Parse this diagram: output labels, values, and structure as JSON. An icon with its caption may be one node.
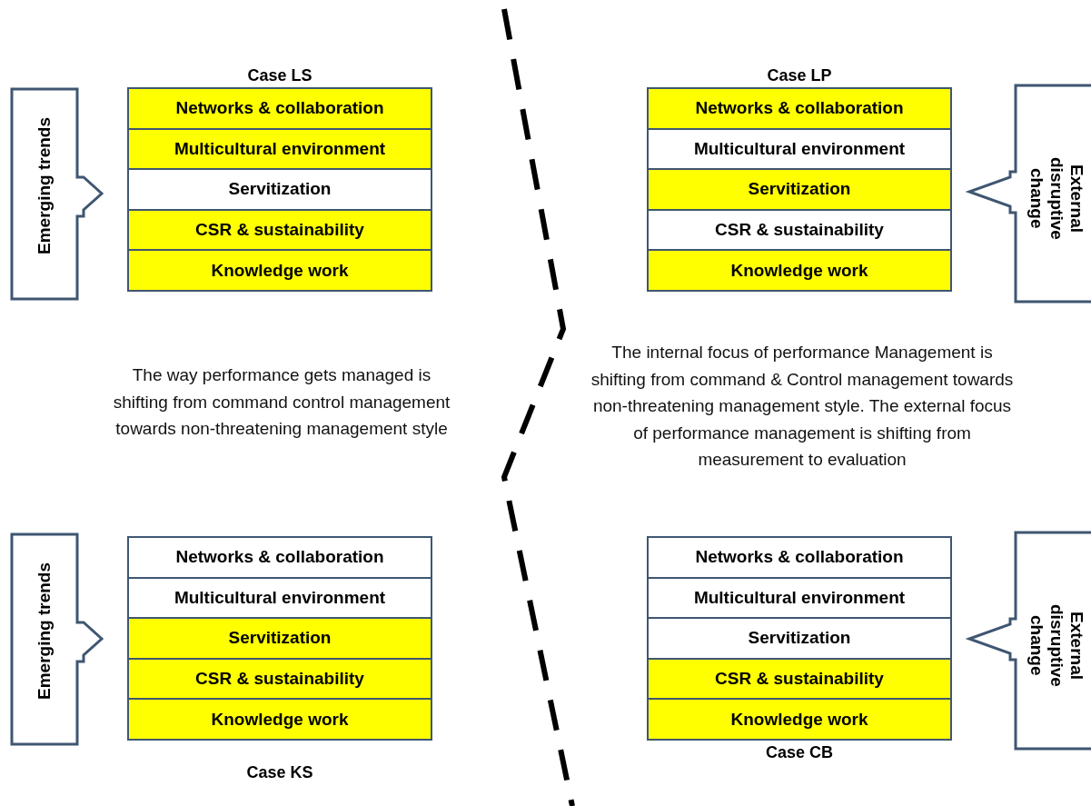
{
  "diagram": {
    "nodes": [
      {
        "text": [
          "Emerging trends"
        ]
      },
      {
        "text": [
          "Case LS"
        ]
      },
      {
        "text": [
          "Networks & collaboration"
        ],
        "in": 1
      },
      {
        "text": [
          "Multicultural environment"
        ],
        "in": 1
      },
      {
        "text": [
          "Servitization"
        ],
        "in": 1
      },
      {
        "text": [
          "CSR & sustainability"
        ],
        "in": 1
      },
      {
        "text": [
          "Knowledge work"
        ],
        "in": 1
      },
      {
        "text": [
          "Case LP"
        ]
      },
      {
        "text": [
          "Networks & collaboration"
        ],
        "in": 7
      },
      {
        "text": [
          "Multicultural environment"
        ],
        "in": 7
      },
      {
        "text": [
          "Servitization"
        ],
        "in": 7
      },
      {
        "text": [
          "CSR & sustainability"
        ],
        "in": 7
      },
      {
        "text": [
          "Knowledge work"
        ],
        "in": 7
      },
      {
        "text": [
          "External disruptive change"
        ]
      },
      {
        "text": [
          "Emerging trends"
        ]
      },
      {
        "text": [
          "Case KS"
        ]
      },
      {
        "text": [
          "Networks & collaboration"
        ],
        "in": 15
      },
      {
        "text": [
          "Multicultural environment"
        ],
        "in": 15
      },
      {
        "text": [
          "Servitization"
        ],
        "in": 15
      },
      {
        "text": [
          "CSR & sustainability"
        ],
        "in": 15
      },
      {
        "text": [
          "Knowledge work"
        ],
        "in": 15
      },
      {
        "text": [
          "Case CB"
        ]
      },
      {
        "text": [
          "Networks & collaboration"
        ],
        "in": 21
      },
      {
        "text": [
          "Multicultural environment"
        ],
        "in": 21
      },
      {
        "text": [
          "Servitization"
        ],
        "in": 21
      },
      {
        "text": [
          "CSR & sustainability"
        ],
        "in": 21
      },
      {
        "text": [
          "Knowledge work"
        ],
        "in": 21
      },
      {
        "text": [
          "External disruptive change"
        ]
      }
    ],
    "labels": [
      "The way performance gets managed is shifting from command control management towards non-threatening management style",
      "The internal focus of performance Management is shifting from command & Control management towards non-threatening management style. The external focus of performance management is shifting from measurement to evaluation"
    ]
  }
}
